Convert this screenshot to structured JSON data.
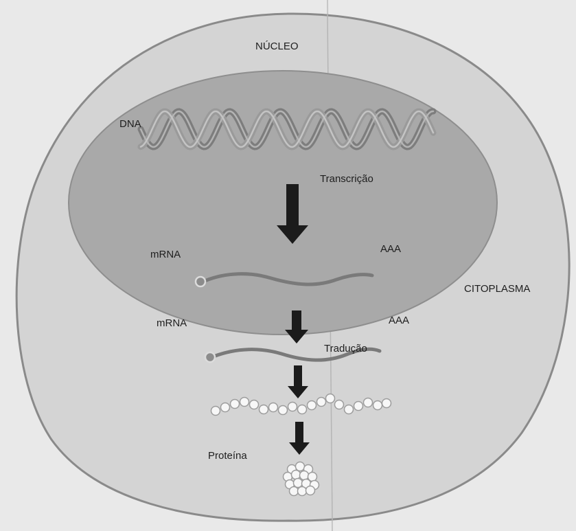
{
  "labels": {
    "nucleus": "NÚCLEO",
    "dna": "DNA",
    "transcription": "Transcrição",
    "mrna_nucleus": "mRNA",
    "poly_a_nucleus": "AAA",
    "cytoplasm": "CITOPLASMA",
    "mrna_cytoplasm": "mRNA",
    "poly_a_cytoplasm": "AAA",
    "translation": "Tradução",
    "protein": "Proteína"
  },
  "colors": {
    "background": "#e9e9e9",
    "cell": "#d4d4d4",
    "nucleus": "#a9a9a9",
    "dna_strand": "#7d7d7d",
    "mrna_strand": "#7a7a7a",
    "arrow": "#1b1b1b",
    "bead": "#f7f7f7"
  },
  "icons": {
    "arrow": "down-arrow-icon",
    "cap": "cap-circle-icon",
    "bead": "amino-acid-bead-icon"
  }
}
